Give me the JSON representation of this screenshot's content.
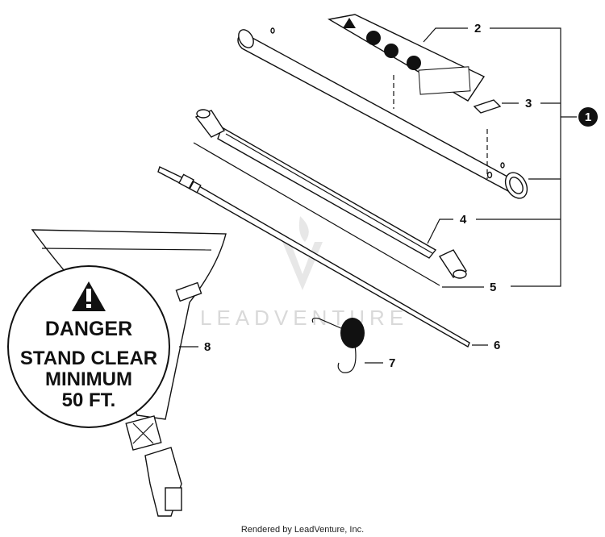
{
  "callouts": [
    "2",
    "3",
    "4",
    "5",
    "6",
    "7",
    "8"
  ],
  "assembly_badge": "1",
  "danger_label": {
    "heading": "DANGER",
    "line1": "STAND CLEAR",
    "line2": "MINIMUM",
    "line3": "50 FT."
  },
  "watermark": "LEADVENTURE",
  "footer": "Rendered by LeadVenture, Inc.",
  "colors": {
    "ink": "#111111",
    "watermark": "#d9d9d9",
    "background": "#ffffff"
  }
}
